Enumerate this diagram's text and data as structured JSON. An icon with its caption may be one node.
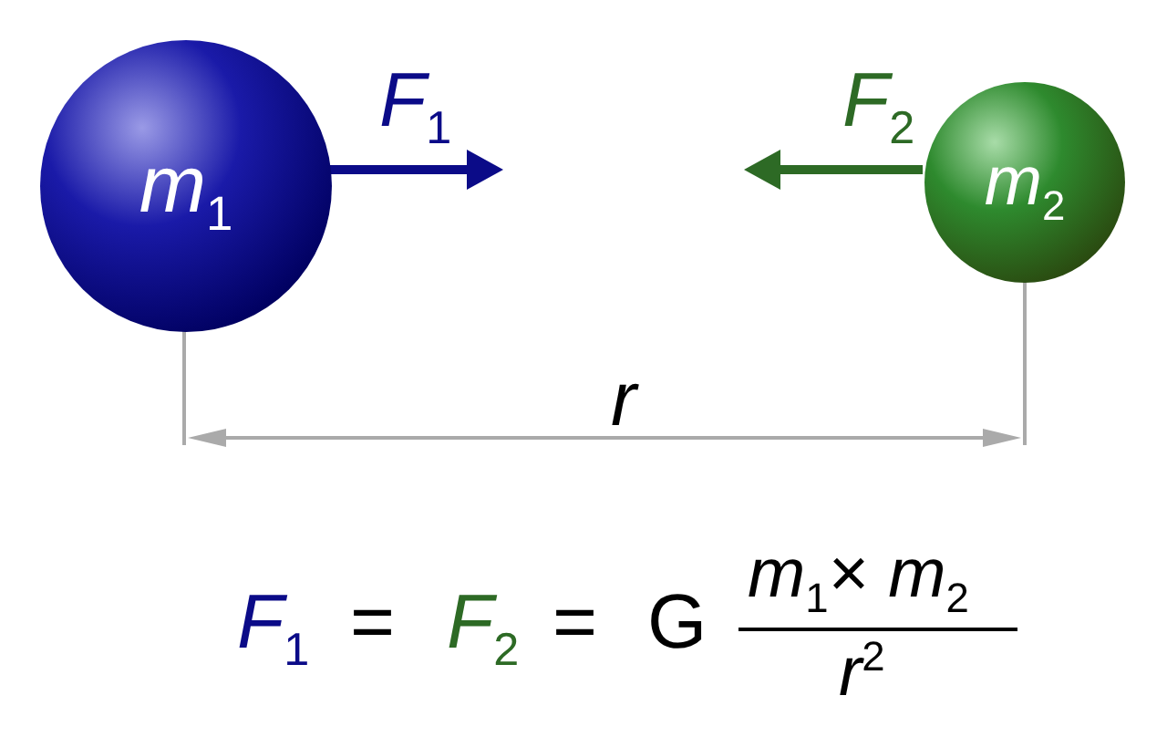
{
  "diagram": {
    "nodes": [
      {
        "text": [
          "*m*$_{1}$"
        ]
      },
      {
        "text": [
          "*m*$_{2}$"
        ]
      }
    ],
    "labels": [
      "*F*$_{1}$",
      "*F*$_{2}$",
      "*r*",
      "*F*$_{1}$",
      "=",
      "*F*$_{2}$",
      "=",
      "G",
      "*m*$_{1}$× *m*$_{2}$",
      "*r*$^{2}$"
    ]
  }
}
